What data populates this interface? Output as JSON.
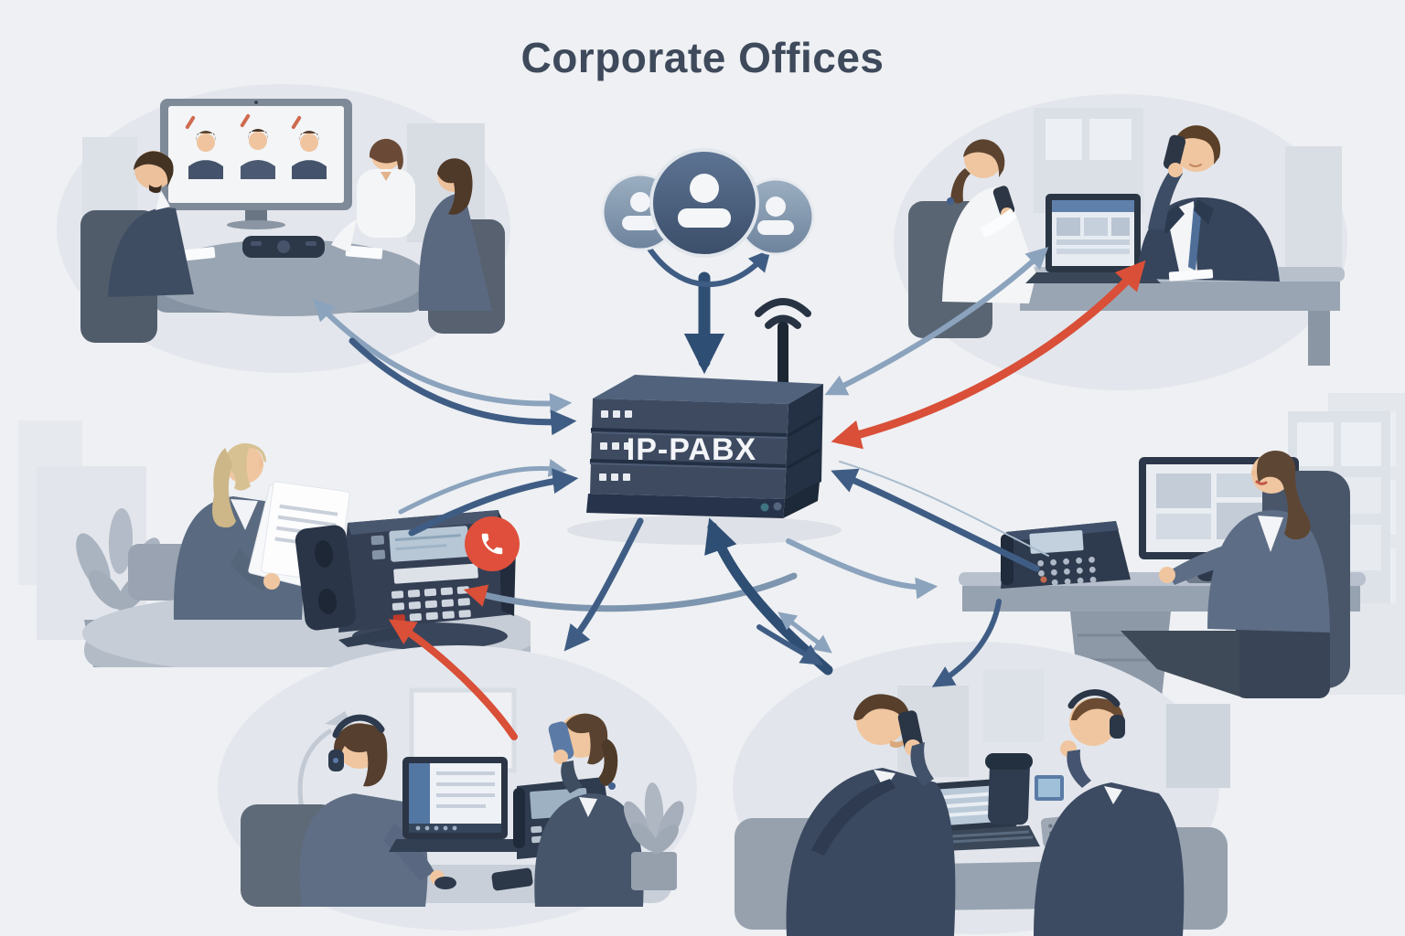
{
  "title": "Corporate Offices",
  "center": {
    "device_label": "IP-PABX",
    "device_name": "IP-PABX central exchange",
    "icons": {
      "group": "users-group-icon",
      "wifi": "wifi-signal-icon",
      "antenna": "antenna",
      "incoming_call": "incoming-call-icon"
    }
  },
  "colors": {
    "background": "#eef0f3",
    "title": "#3e4a5b",
    "device_body": "#3d4a60",
    "device_side": "#243145",
    "arrow_dark": "#3f5d84",
    "arrow_deep": "#2f4e74",
    "arrow_light": "#8ba3bd",
    "arrow_red": "#d94f38",
    "call_badge": "#df4f3b",
    "bubble": "#e3e6ec"
  },
  "scenes": [
    {
      "id": "meeting-room",
      "label": "Video conference meeting room"
    },
    {
      "id": "executive-office",
      "label": "Executive on mobile call with colleague"
    },
    {
      "id": "reception-desk",
      "label": "Receptionist with documents and IP desk phone"
    },
    {
      "id": "workstation",
      "label": "Employee workstation with IP phone and monitor"
    },
    {
      "id": "support-desk",
      "label": "Support agents with headset laptop and mobile"
    },
    {
      "id": "call-center",
      "label": "Two agents on calls with phone console"
    }
  ],
  "connections": [
    {
      "from": "meeting-room",
      "to": "ip-pabx",
      "style": "two-way",
      "color": "blue"
    },
    {
      "from": "reception-desk",
      "to": "ip-pabx",
      "style": "two-way",
      "color": "blue"
    },
    {
      "from": "executive-office",
      "to": "ip-pabx",
      "style": "two-way",
      "color": "red"
    },
    {
      "from": "executive-office",
      "to": "ip-pabx",
      "style": "two-way",
      "color": "light-blue"
    },
    {
      "from": "workstation",
      "to": "ip-pabx",
      "style": "two-way",
      "color": "blue"
    },
    {
      "from": "ip-pabx",
      "to": "support-desk",
      "style": "one-way",
      "color": "blue"
    },
    {
      "from": "call-center",
      "to": "ip-pabx",
      "style": "two-way",
      "color": "blue"
    },
    {
      "from": "support-desk",
      "to": "reception-desk",
      "style": "one-way",
      "color": "red"
    },
    {
      "from": "workstation",
      "to": "call-center",
      "style": "one-way",
      "color": "blue"
    },
    {
      "from": "users-group",
      "to": "ip-pabx",
      "style": "one-way",
      "color": "blue"
    }
  ]
}
